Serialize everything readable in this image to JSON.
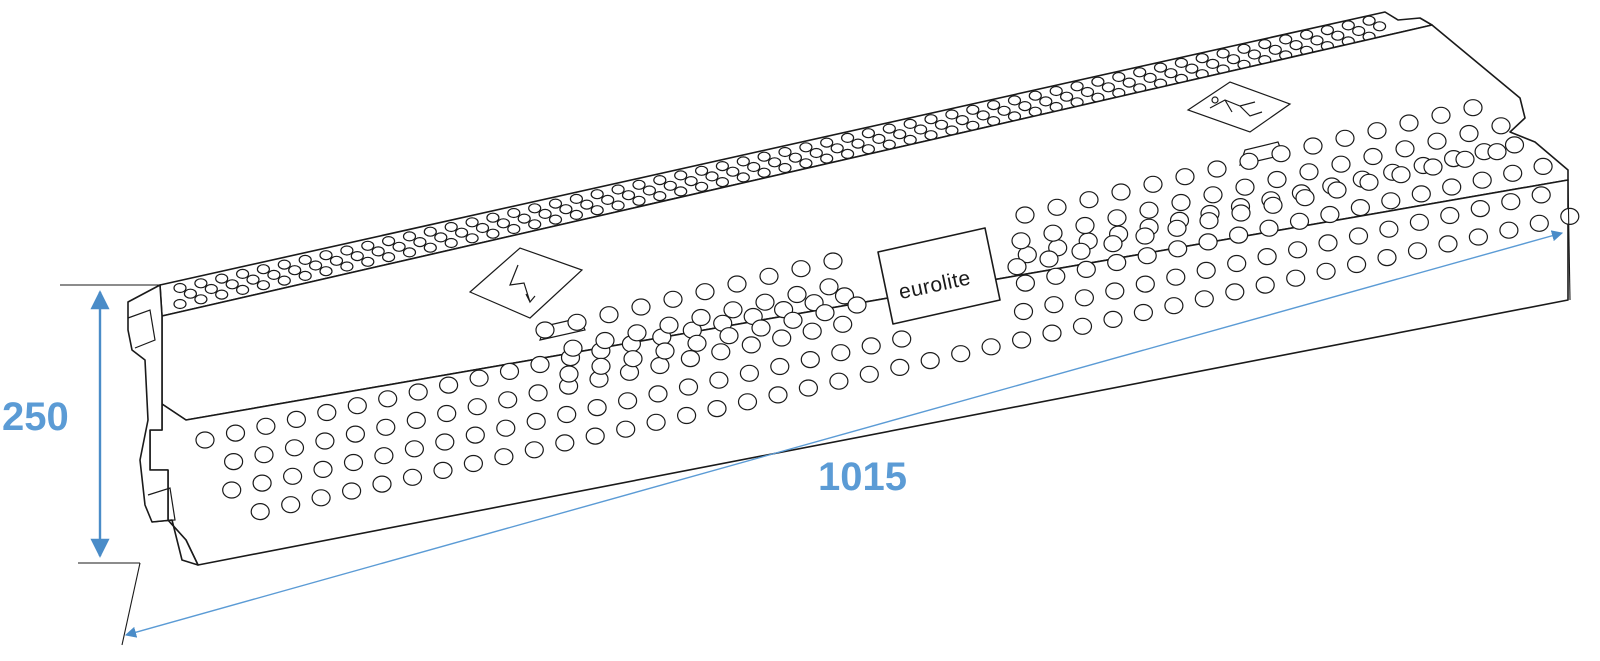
{
  "dimensions": {
    "height_label": "250",
    "length_label": "1015"
  },
  "product": {
    "brand": "eurolite",
    "icons": [
      "electric-hazard-icon",
      "trip-hazard-icon"
    ]
  },
  "colors": {
    "dimension": "#5b9bd5",
    "outline": "#1a1a1a",
    "background": "#ffffff"
  }
}
